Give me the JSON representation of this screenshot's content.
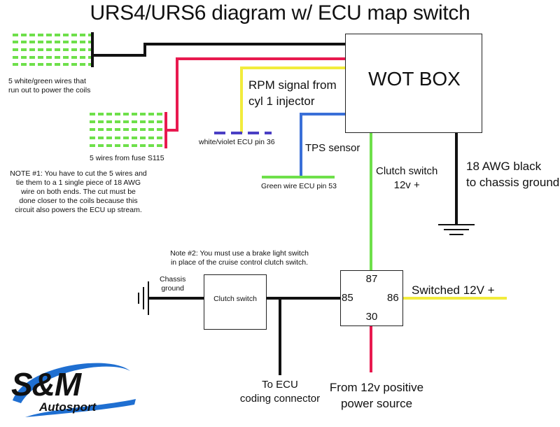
{
  "title": "URS4/URS6 diagram w/ ECU map switch",
  "wot_box": {
    "label": "WOT BOX"
  },
  "wires": {
    "coil_wires_label": "5 white/green wires that\nrun out to power the coils",
    "fuse_wires_label": "5 wires from fuse S115",
    "rpm_label": "RPM signal from\ncyl 1 injector",
    "ecu_pin36_label": "white/violet ECU pin 36",
    "tps_label": "TPS sensor",
    "ecu_pin53_label": "Green wire ECU pin 53",
    "clutch_switch_label": "Clutch switch\n12v +",
    "ground_label": "18 AWG black\nto chassis ground",
    "switched_label": "Switched 12V +",
    "ecu_coding_label": "To ECU\ncoding connector",
    "power_source_label": "From 12v positive\npower source"
  },
  "notes": {
    "note1": "NOTE #1: You have to cut the 5 wires and\ntie them to a 1 single piece of 18 AWG\nwire on both ends. The cut must be\ndone closer to the coils because this\ncircuit also powers the ECU up stream.",
    "note2": "Note #2: You must use a brake light switch\nin place of the cruise control clutch switch."
  },
  "clutch": {
    "chassis_ground_label": "Chassis\nground",
    "switch_label": "Clutch switch"
  },
  "relay": {
    "pin87": "87",
    "pin85": "85",
    "pin86": "86",
    "pin30": "30"
  },
  "logo": {
    "line1": "S&M",
    "line2": "Autosport"
  },
  "colors": {
    "black": "#111111",
    "red": "#e8194f",
    "yellow": "#f2ec3c",
    "green": "#6ee04a",
    "blue": "#3a6fd8",
    "violet": "#4a3fc4",
    "logo_blue": "#1f6fd1"
  }
}
